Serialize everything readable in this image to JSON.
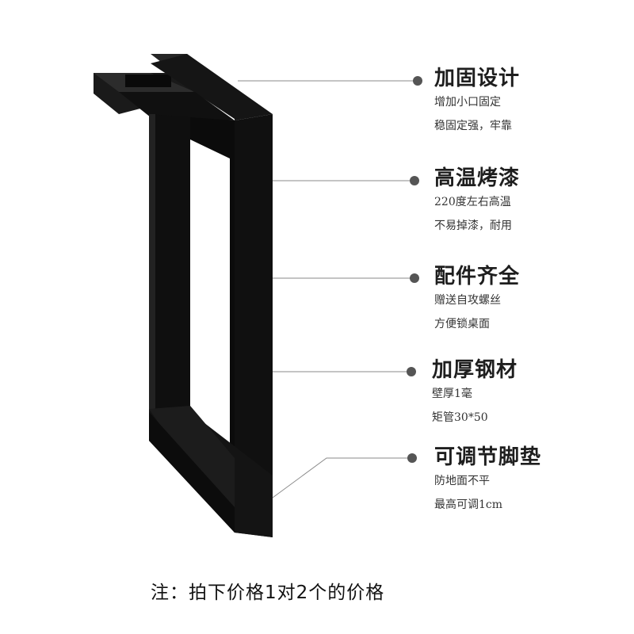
{
  "colors": {
    "metal_dark": "#0d0d0d",
    "metal_mid": "#1d1d1d",
    "metal_highlight": "#2e2e2e",
    "leader_line": "#8a8a8a",
    "bullet": "#555555"
  },
  "features": [
    {
      "title": "加固设计",
      "lines": [
        "增加小口固定",
        "稳固定强，牢靠"
      ]
    },
    {
      "title": "高温烤漆",
      "lines": [
        "220度左右高温",
        "不易掉漆，耐用"
      ]
    },
    {
      "title": "配件齐全",
      "lines": [
        "赠送自攻螺丝",
        "方便锁桌面"
      ]
    },
    {
      "title": "加厚钢材",
      "lines": [
        "壁厚1毫",
        "矩管30*50"
      ]
    },
    {
      "title": "可调节脚垫",
      "lines": [
        "防地面不平",
        "最高可调1cm"
      ]
    }
  ],
  "note": "注：拍下价格1对2个的价格"
}
